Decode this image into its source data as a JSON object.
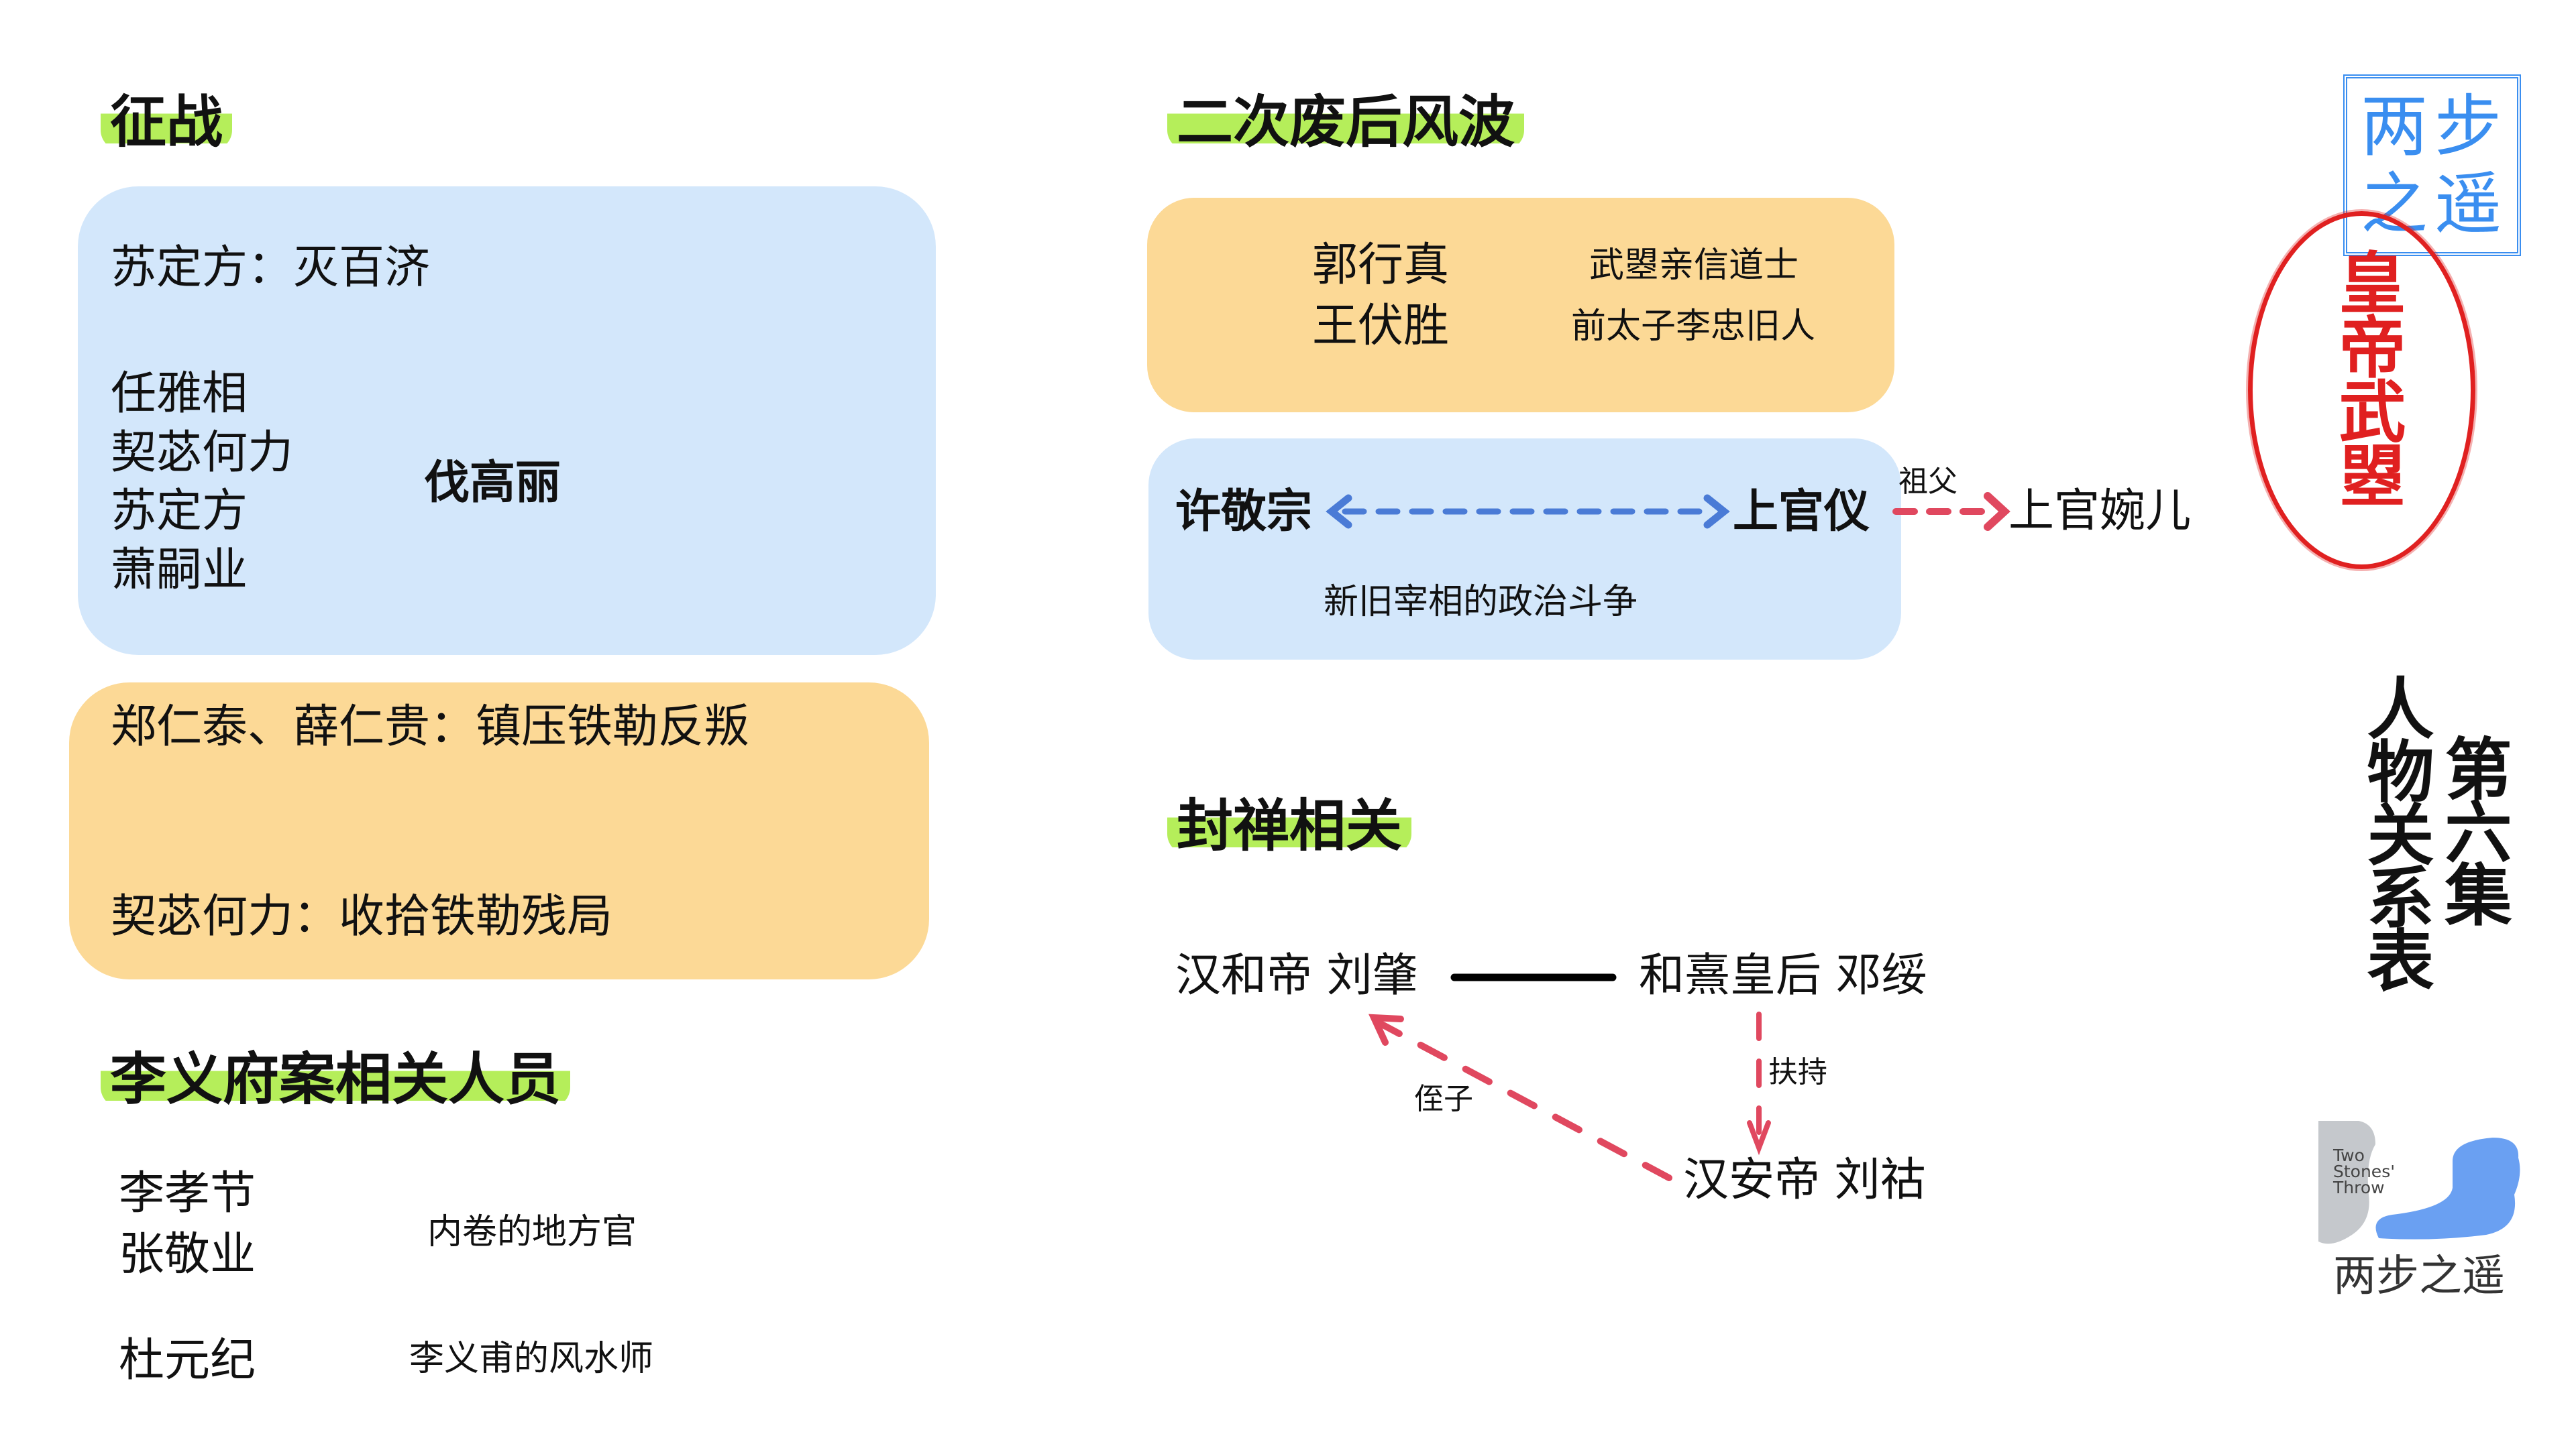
{
  "campaigns": {
    "heading": "征战",
    "box1_line1": "苏定方：灭百济",
    "names": [
      "任雅相",
      "契苾何力",
      "苏定方",
      "萧嗣业"
    ],
    "box1_action": "伐高丽",
    "box2_line1": "郑仁泰、薛仁贵：镇压铁勒反叛",
    "box2_line2": "契苾何力：收拾铁勒残局"
  },
  "li_yifu_case": {
    "heading": "李义府案相关人员",
    "group1_names": [
      "李孝节",
      "张敬业"
    ],
    "group1_desc": "内卷的地方官",
    "group2_name": "杜元纪",
    "group2_desc": "李义甫的风水师"
  },
  "deposition": {
    "heading": "二次废后风波",
    "people": [
      {
        "name": "郭行真",
        "desc": "武曌亲信道士"
      },
      {
        "name": "王伏胜",
        "desc": "前太子李忠旧人"
      }
    ],
    "left": "许敬宗",
    "right": "上官仪",
    "relation_label": "祖父",
    "grandchild": "上官婉儿",
    "caption": "新旧宰相的政治斗争"
  },
  "fengshan": {
    "heading": "封禅相关",
    "emperor_he": "汉和帝 刘肇",
    "empress": "和熹皇后 邓绥",
    "support_label": "扶持",
    "emperor_an": "汉安帝 刘祜",
    "nephew_label": "侄子"
  },
  "stamps": {
    "blue_seal": "两步之遥",
    "red_seal": "皇帝武曌"
  },
  "title": {
    "main": "人物关系表",
    "episode": "第六集"
  },
  "logo": {
    "english": "Two Stones' Throw",
    "chinese": "两步之遥"
  },
  "colors": {
    "blue_box": "#d3e7fb",
    "orange_box": "#fcd996",
    "highlight": "#b5ee5a",
    "blue_arrow": "#4a7bd6",
    "red_arrow": "#e0485f",
    "seal_red": "#e02020",
    "seal_blue": "#3a8ef0"
  }
}
